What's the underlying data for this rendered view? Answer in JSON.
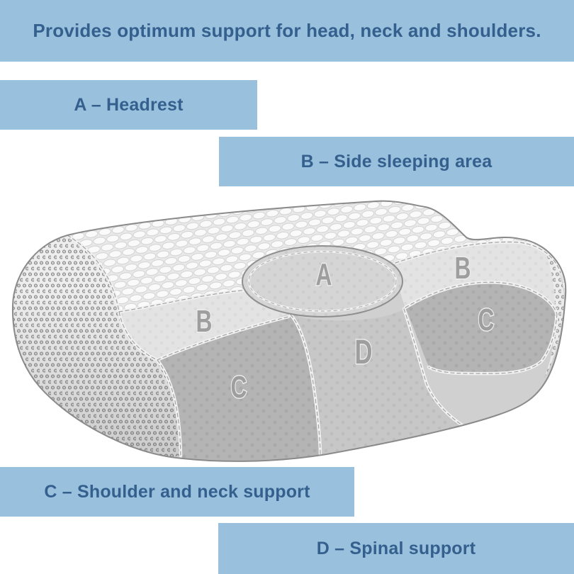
{
  "banner": {
    "text": "Provides optimum support for head, neck and shoulders."
  },
  "legend": {
    "a": {
      "label": "A – Headrest"
    },
    "b": {
      "label": "B – Side sleeping area"
    },
    "c": {
      "label": "C – Shoulder and neck support"
    },
    "d": {
      "label": "D – Spinal support"
    }
  },
  "pillow": {
    "zones": {
      "a": "A",
      "b_left": "B",
      "b_right": "B",
      "c_left": "C",
      "c_right": "C",
      "d": "D"
    }
  },
  "colors": {
    "panel_blue": "#99c0dd",
    "heading_text": "#35608e",
    "pillow_outline": "#8a8a8a",
    "quilt_top": "#f3f3f3",
    "front_face": "#d0d0d0",
    "zone_a_fill": "#d5d5d5",
    "zone_b_fill": "#e3e3e3",
    "zone_c_fill": "#b4b4b4",
    "zone_d_fill": "#c7c7c7",
    "zone_letter": "#9e9e9e"
  }
}
